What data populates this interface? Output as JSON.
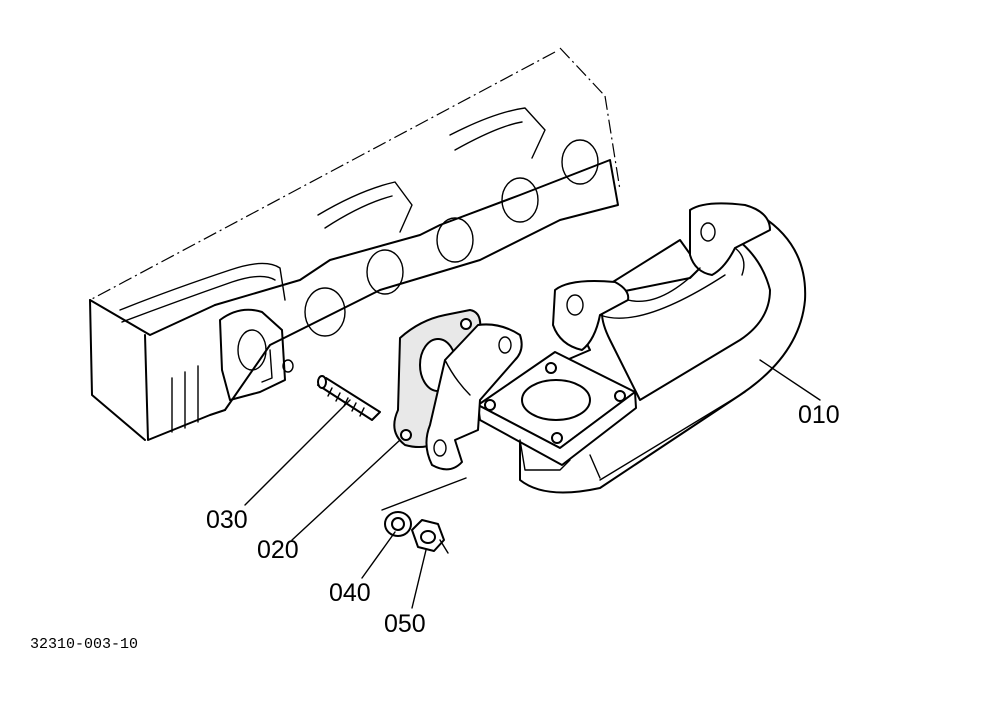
{
  "parts": [
    {
      "ref": "010"
    },
    {
      "ref": "020"
    },
    {
      "ref": "030"
    },
    {
      "ref": "040"
    },
    {
      "ref": "050"
    }
  ],
  "drawing_number": "32310-003-10"
}
